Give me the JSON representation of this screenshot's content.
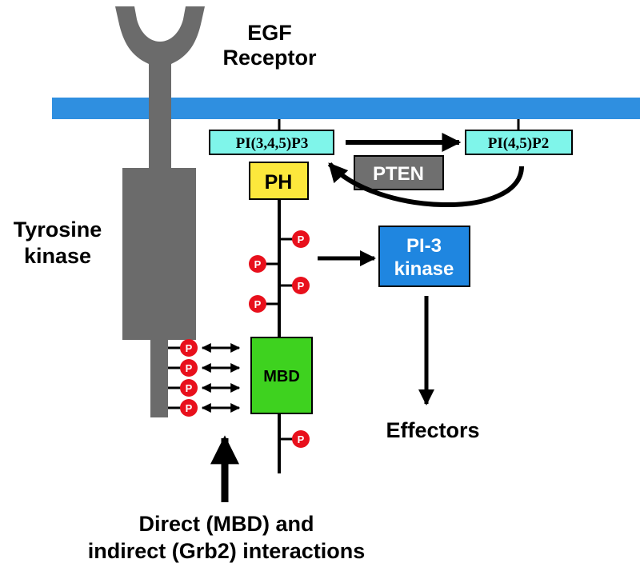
{
  "labels": {
    "egf_line1": "EGF",
    "egf_line2": "Receptor",
    "tyrosine_line1": "Tyrosine",
    "tyrosine_line2": "kinase",
    "pip3": "PI(3,4,5)P3",
    "pip2": "PI(4,5)P2",
    "pten": "PTEN",
    "ph": "PH",
    "pi3k_line1": "PI-3",
    "pi3k_line2": "kinase",
    "mbd": "MBD",
    "effectors": "Effectors",
    "direct_line1": "Direct (MBD) and",
    "direct_line2": "indirect (Grb2) interactions",
    "phospho": "P"
  },
  "colors": {
    "membrane": "#2f8fe0",
    "receptor": "#6b6b6b",
    "lipid_box": "#7ff5ea",
    "pten_box": "#6f6f6f",
    "ph_box": "#fce83c",
    "pi3k_box": "#1f86e0",
    "mbd_box": "#3ed21f",
    "phospho": "#e8101c",
    "arrow": "#000000"
  }
}
